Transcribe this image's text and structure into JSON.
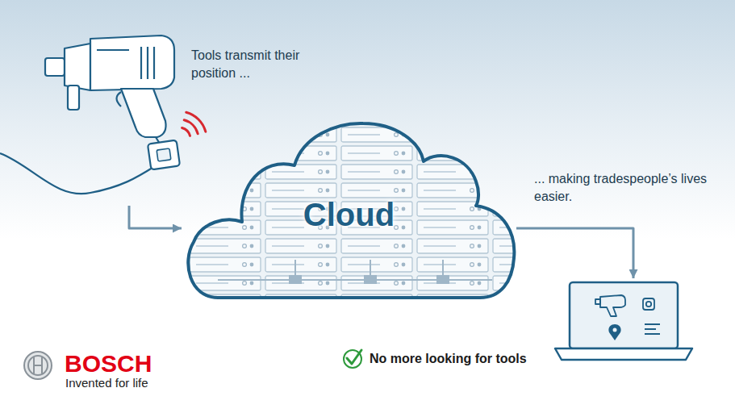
{
  "diagram": {
    "nodes": [
      {
        "text": [
          "Tools transmit their position ..."
        ]
      },
      {
        "text": [
          "Cloud"
        ]
      },
      {
        "text": [
          "... making tradespeople’s lives easier."
        ]
      }
    ],
    "edges": [
      {
        "from": 0,
        "to": 1,
        "arrow": "to"
      },
      {
        "from": 1,
        "to": 2,
        "arrow": "to"
      }
    ],
    "labels": [
      "No more looking for tools",
      "BOSCH",
      "Invented for life"
    ]
  }
}
